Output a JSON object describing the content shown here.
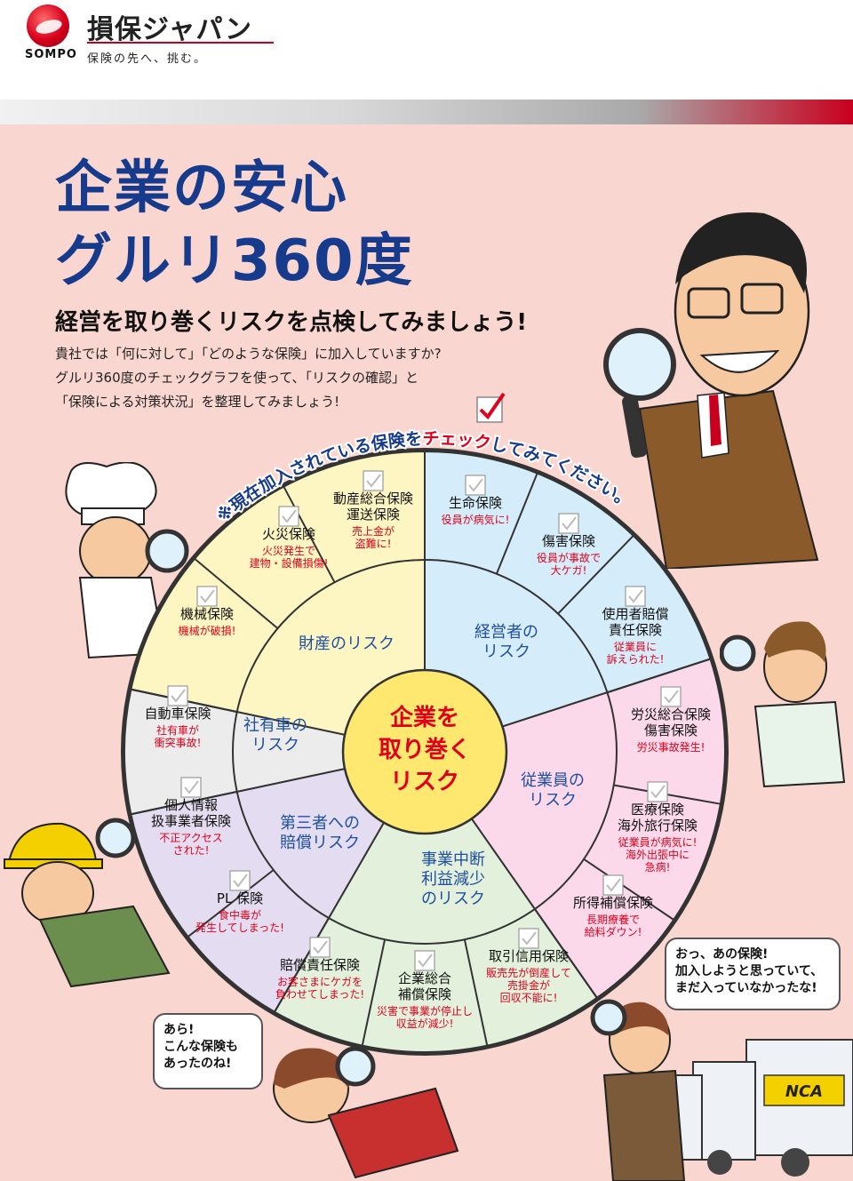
{
  "header": {
    "brand": "損保ジャパン",
    "sompo": "SOMPO",
    "tagline": "保険の先へ、挑む。"
  },
  "title": {
    "line1": "企業の安心",
    "line2": "グルリ360度"
  },
  "subtitle": "経営を取り巻くリスクを点検してみましょう!",
  "intro": [
    "貴社では「何に対して」「どのような保険」に加入していますか?",
    "グルリ360度のチェックグラフを使って、「リスクの確認」と",
    "「保険による対策状況」を整理してみましょう!"
  ],
  "check_note": {
    "prefix": "※現在加入されている保険を",
    "highlight": "チェック",
    "suffix": "してみてください。"
  },
  "center": {
    "line1": "企業を",
    "line2": "取り巻く",
    "line3": "リスク"
  },
  "categories": [
    {
      "label1": "財産のリスク",
      "label2": ""
    },
    {
      "label1": "経営者の",
      "label2": "リスク"
    },
    {
      "label1": "従業員の",
      "label2": "リスク"
    },
    {
      "label1": "事業中断",
      "label2": "利益減少",
      "label3": "のリスク"
    },
    {
      "label1": "第三者への",
      "label2": "賠償リスク"
    },
    {
      "label1": "社有車の",
      "label2": "リスク"
    }
  ],
  "insurances": [
    {
      "name": [
        "生命保険"
      ],
      "risk": [
        "役員が病気に!"
      ]
    },
    {
      "name": [
        "傷害保険"
      ],
      "risk": [
        "役員が事故で",
        "大ケガ!"
      ]
    },
    {
      "name": [
        "使用者賠償",
        "責任保険"
      ],
      "risk": [
        "従業員に",
        "訴えられた!"
      ]
    },
    {
      "name": [
        "労災総合保険",
        "傷害保険"
      ],
      "risk": [
        "労災事故発生!"
      ]
    },
    {
      "name": [
        "医療保険",
        "海外旅行保険"
      ],
      "risk": [
        "従業員が病気に!",
        "海外出張中に",
        "急病!"
      ]
    },
    {
      "name": [
        "所得補償保険"
      ],
      "risk": [
        "長期療養で",
        "給料ダウン!"
      ]
    },
    {
      "name": [
        "取引信用保険"
      ],
      "risk": [
        "販売先が倒産して",
        "売掛金が",
        "回収不能に!"
      ]
    },
    {
      "name": [
        "企業総合",
        "補償保険"
      ],
      "risk": [
        "災害で事業が停止し",
        "収益が減少!"
      ]
    },
    {
      "name": [
        "賠償責任保険"
      ],
      "risk": [
        "お客さまにケガを",
        "負わせてしまった!"
      ]
    },
    {
      "name": [
        "PL 保険"
      ],
      "risk": [
        "食中毒が",
        "発生してしまった!"
      ]
    },
    {
      "name": [
        "個人情報",
        "扱事業者保険"
      ],
      "risk": [
        "不正アクセス",
        "された!"
      ]
    },
    {
      "name": [
        "自動車保険"
      ],
      "risk": [
        "社有車が",
        "衝突事故!"
      ]
    },
    {
      "name": [
        "機械保険"
      ],
      "risk": [
        "機械が破損!"
      ]
    },
    {
      "name": [
        "火災保険"
      ],
      "risk": [
        "火災発生で",
        "建物・設備損傷!"
      ]
    },
    {
      "name": [
        "動産総合保険",
        "運送保険"
      ],
      "risk": [
        "売上金が",
        "盗難に!"
      ]
    }
  ],
  "bubbles": {
    "right": [
      "おっ、あの保険!",
      "加入しようと思っていて、",
      "まだ入っていなかったな!"
    ],
    "left": [
      "あら!",
      "こんな保険も",
      "あったのね!"
    ]
  },
  "truck_logo": "NCA",
  "colors": {
    "title_blue": "#163b8c",
    "risk_red": "#e0001b",
    "panel_pink": "#f9d6cf",
    "seg_property": "#fdf6c3",
    "seg_executive": "#d5ecfa",
    "seg_employee": "#fbd9ea",
    "seg_business": "#e2f0dc",
    "seg_thirdparty": "#e4dcf0",
    "seg_vehicle": "#ececec",
    "center_yellow": "#ffe870"
  }
}
